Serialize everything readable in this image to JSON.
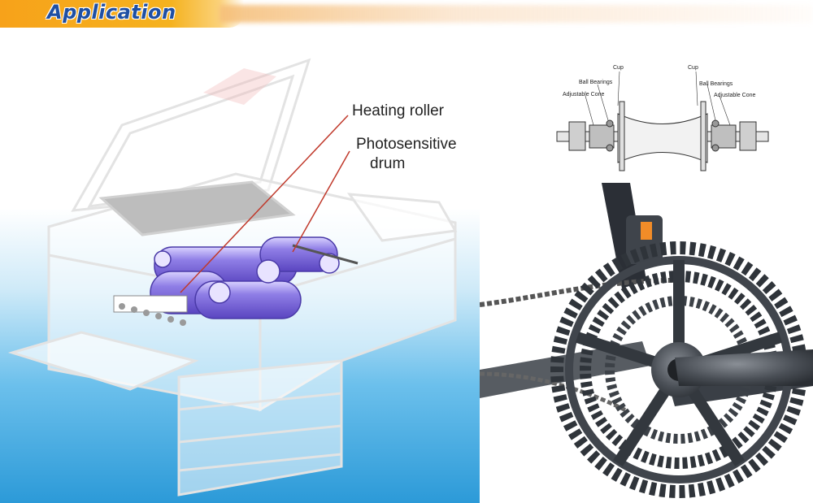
{
  "banner": {
    "title": "Application"
  },
  "copier": {
    "labels": {
      "heating_roller": "Heating roller",
      "photosensitive_drum_line1": "Photosensitive",
      "photosensitive_drum_line2": "drum"
    }
  },
  "hub": {
    "labels": {
      "cup_left": "Cup",
      "cup_right": "Cup",
      "ball_bearings_left": "Ball Bearings",
      "ball_bearings_right": "Ball Bearings",
      "adjustable_cone_left": "Adjustable Cone",
      "adjustable_cone_right": "Adjustable Cone"
    }
  },
  "colors": {
    "banner_orange": "#f7a21a",
    "title_blue": "#1f4fa3",
    "sky_blue": "#3aa6e0",
    "roller_purple": "#7a66d6",
    "leader_red": "#c0392b"
  }
}
